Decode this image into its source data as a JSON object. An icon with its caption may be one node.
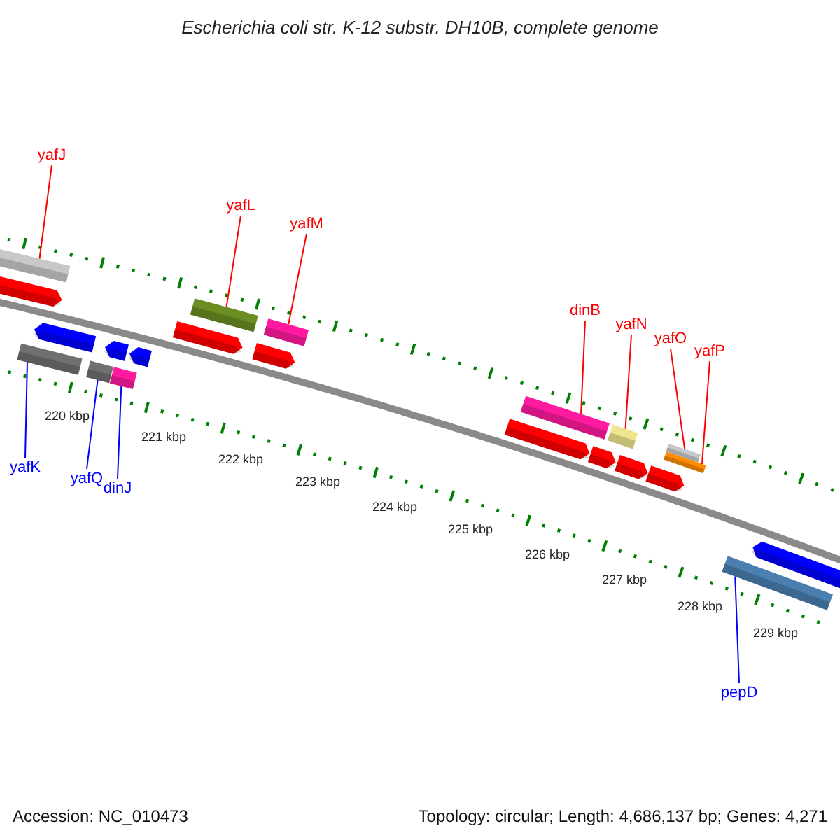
{
  "diagram": {
    "title": "Escherichia coli str. K-12 substr. DH10B, complete genome",
    "nodes": [
      {
        "text": [
          "yafJ"
        ]
      },
      {
        "text": [
          "yafL"
        ]
      },
      {
        "text": [
          "yafM"
        ]
      },
      {
        "text": [
          "dinB"
        ]
      },
      {
        "text": [
          "yafN"
        ]
      },
      {
        "text": [
          "yafO"
        ]
      },
      {
        "text": [
          "yafP"
        ]
      },
      {
        "text": [
          "yafK"
        ]
      },
      {
        "text": [
          "yafQ"
        ]
      },
      {
        "text": [
          "dinJ"
        ]
      },
      {
        "text": [
          "pepD"
        ]
      },
      {
        "text": [],
        "shape": "bar"
      },
      {
        "text": [],
        "shape": "bar"
      },
      {
        "text": [],
        "shape": "bar"
      },
      {
        "text": [],
        "shape": "bar"
      },
      {
        "text": [],
        "shape": "bar"
      },
      {
        "text": [],
        "shape": "bar"
      },
      {
        "text": [],
        "shape": "bar"
      },
      {
        "text": [],
        "shape": "bar"
      },
      {
        "text": [],
        "shape": "bar"
      },
      {
        "text": [],
        "shape": "bar"
      },
      {
        "text": [],
        "shape": "bar"
      },
      {
        "text": [],
        "shape": "bar"
      },
      {
        "text": [],
        "shape": "bar"
      },
      {
        "text": [],
        "shape": "bar"
      },
      {
        "text": [],
        "shape": "bar"
      },
      {
        "text": [],
        "shape": "bar"
      },
      {
        "text": [],
        "shape": "bar"
      },
      {
        "text": [],
        "shape": "bar"
      },
      {
        "text": [],
        "shape": "bar"
      },
      {
        "text": [],
        "shape": "bar"
      },
      {
        "text": [],
        "shape": "bar"
      },
      {
        "text": [],
        "shape": "bar"
      }
    ],
    "edges": [
      {
        "from": 0,
        "to": 11,
        "arrow": "none"
      },
      {
        "from": 1,
        "to": 19,
        "arrow": "none"
      },
      {
        "from": 2,
        "to": 21,
        "arrow": "none"
      },
      {
        "from": 3,
        "to": 23,
        "arrow": "none"
      },
      {
        "from": 4,
        "to": 25,
        "arrow": "none"
      },
      {
        "from": 5,
        "to": 28,
        "arrow": "none"
      },
      {
        "from": 6,
        "to": 29,
        "arrow": "none"
      },
      {
        "from": 7,
        "to": 14,
        "arrow": "none",
        "color": "#0000ff"
      },
      {
        "from": 8,
        "to": 17,
        "arrow": "none",
        "color": "#0000ff"
      },
      {
        "from": 9,
        "to": 18,
        "arrow": "none",
        "color": "#0000ff"
      },
      {
        "from": 10,
        "to": 32,
        "arrow": "none",
        "color": "#0000ff"
      }
    ],
    "labels": [
      "220 kbp",
      "221 kbp",
      "222 kbp",
      "223 kbp",
      "224 kbp",
      "225 kbp",
      "226 kbp",
      "227 kbp",
      "228 kbp",
      "229 kbp",
      "Accession: NC_010473",
      "Topology: circular; Length: 4,686,137 bp; Genes: 4,271"
    ]
  }
}
